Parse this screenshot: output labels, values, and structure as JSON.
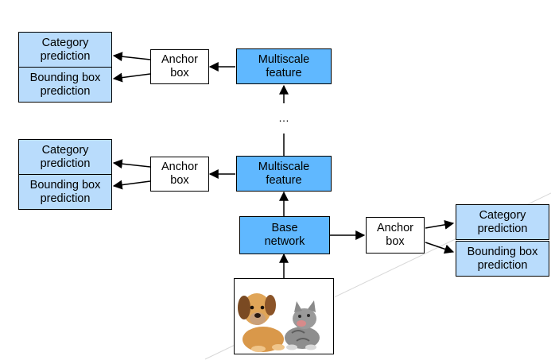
{
  "diagram": {
    "top_group": {
      "category": "Category\nprediction",
      "bbox": "Bounding box\nprediction",
      "anchor": "Anchor\nbox",
      "feature": "Multiscale\nfeature"
    },
    "ellipsis": "…",
    "mid_group": {
      "category": "Category\nprediction",
      "bbox": "Bounding box\nprediction",
      "anchor": "Anchor\nbox",
      "feature": "Multiscale\nfeature"
    },
    "base": {
      "network": "Base\nnetwork",
      "anchor": "Anchor\nbox",
      "category": "Category\nprediction",
      "bbox": "Bounding box\nprediction"
    },
    "input_image": "dog-and-cat-photo"
  },
  "colors": {
    "prediction_fill": "#b9dcfc",
    "feature_fill": "#60b8ff",
    "anchor_fill": "#ffffff",
    "stroke": "#000000"
  }
}
